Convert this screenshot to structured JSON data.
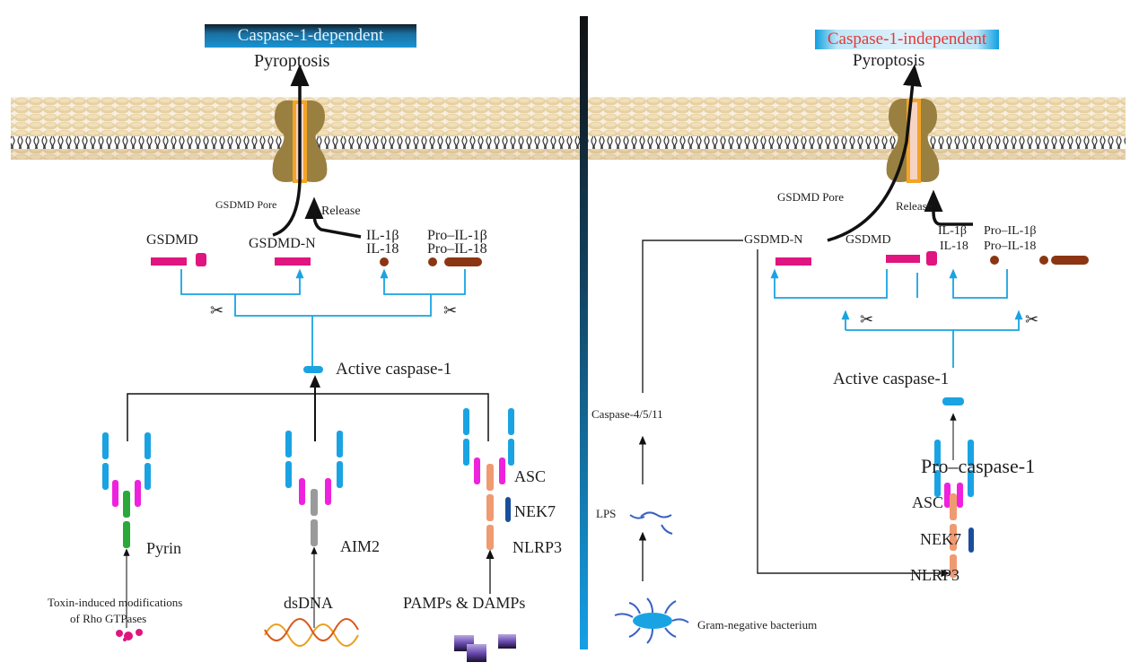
{
  "left_panel": {
    "title": "Caspase-1-dependent",
    "outcome": "Pyroptosis",
    "pore_label": "GSDMD Pore",
    "release_label": "Release",
    "gsdmd": "GSDMD",
    "gsdmd_n": "GSDMD-N",
    "il1b": "IL-1β",
    "il18": "IL-18",
    "pro_il1b": "Pro–IL-1β",
    "pro_il18": "Pro–IL-18",
    "active_caspase": "Active caspase-1",
    "sensors": [
      {
        "name": "Pyrin",
        "trigger_line1": "Toxin-induced modifications",
        "trigger_line2": "of Rho GTPases"
      },
      {
        "name": "AIM2",
        "trigger_line1": "dsDNA"
      },
      {
        "name": "NLRP3",
        "asc": "ASC",
        "nek7": "NEK7",
        "trigger_line1": "PAMPs & DAMPs"
      }
    ]
  },
  "right_panel": {
    "title": "Caspase-1-independent",
    "outcome": "Pyroptosis",
    "pore_label": "GSDMD Pore",
    "release_label": "Release",
    "gsdmd_n": "GSDMD-N",
    "gsdmd": "GSDMD",
    "il1b": "IL-1β",
    "il18": "IL-18",
    "pro_il1b": "Pro–IL-1β",
    "pro_il18": "Pro–IL-18",
    "active_caspase": "Active caspase-1",
    "pro_caspase": "Pro–caspase-1",
    "asc": "ASC",
    "nek7": "NEK7",
    "nlrp3": "NLRP3",
    "caspase_4511": "Caspase-4/5/11",
    "lps": "LPS",
    "bacterium": "Gram-negative bacterium"
  },
  "colors": {
    "gsdmd": "#e0157f",
    "il": "#8b3512",
    "caspase": "#1aa3e3",
    "asc": "#ee22dd",
    "pyrin": "#2aa83a",
    "aim2": "#9a9a9a",
    "nlrp3": "#f09a72",
    "nek7": "#1a4e9c",
    "pore": "#9a8040",
    "membrane": "#e8d2a6",
    "title_red": "#e23a3a"
  }
}
